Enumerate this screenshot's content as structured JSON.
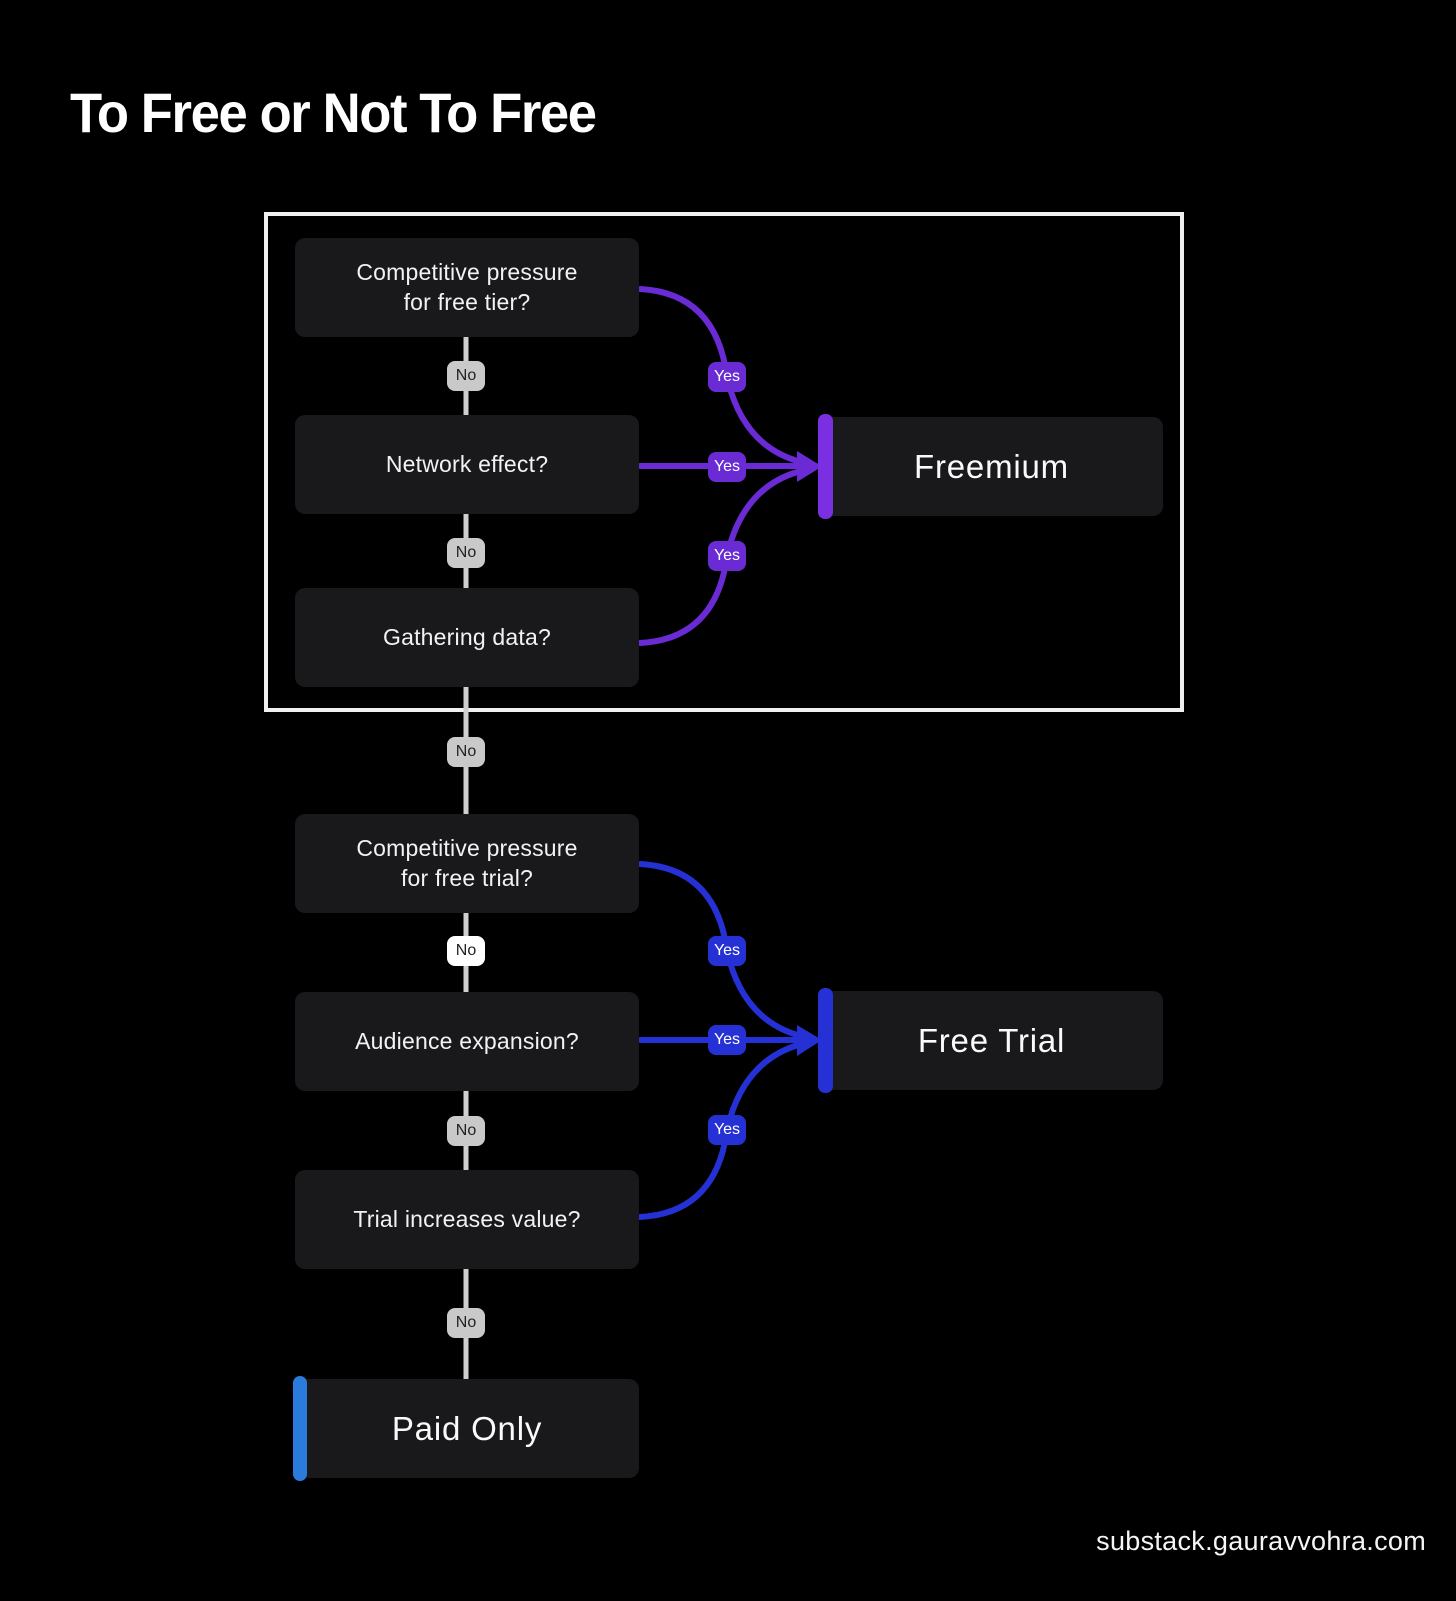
{
  "title": "To Free or Not To Free",
  "footer": "substack.gauravvohra.com",
  "labels": {
    "yes": "Yes",
    "no": "No"
  },
  "palette": {
    "background": "#000000",
    "node_fill": "#19191b",
    "node_text": "#f2f2f2",
    "connector_gray": "#cfcfcf",
    "no_badge_bg": "#c9c9c9",
    "no_badge_bright_bg": "#ffffff",
    "no_badge_text": "#222222",
    "freemium_purple": "#6a2bd5",
    "freemium_accent": "#7a30e0",
    "trial_blue": "#2531d4",
    "trial_accent": "#2531d4",
    "paid_accent": "#2b7bdd",
    "group_border": "#f0f0f0"
  },
  "flow": {
    "freemium_group": {
      "questions": [
        {
          "label": "Competitive pressure\nfor free tier?"
        },
        {
          "label": "Network effect?"
        },
        {
          "label": "Gathering data?"
        }
      ],
      "outcome": "Freemium"
    },
    "trial_group": {
      "questions": [
        {
          "label": "Competitive pressure\nfor free trial?"
        },
        {
          "label": "Audience expansion?"
        },
        {
          "label": "Trial increases value?"
        }
      ],
      "outcome": "Free Trial"
    },
    "fallback_outcome": "Paid Only"
  }
}
